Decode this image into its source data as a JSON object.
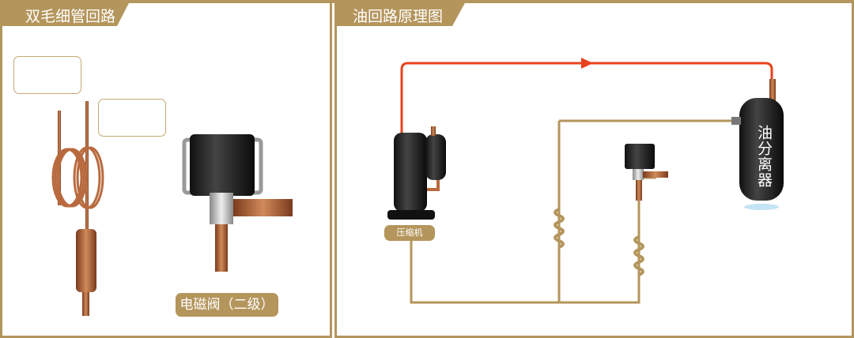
{
  "left_panel": {
    "title": "双毛细管回路",
    "valve_label": "电磁阀（二级）"
  },
  "right_panel": {
    "title": "油回路原理图",
    "compressor_label": "压缩机",
    "separator_label": "油分离器"
  },
  "colors": {
    "gold": "#b4955c",
    "hot_line": "#e8421c",
    "copper": "#b86a3e"
  }
}
